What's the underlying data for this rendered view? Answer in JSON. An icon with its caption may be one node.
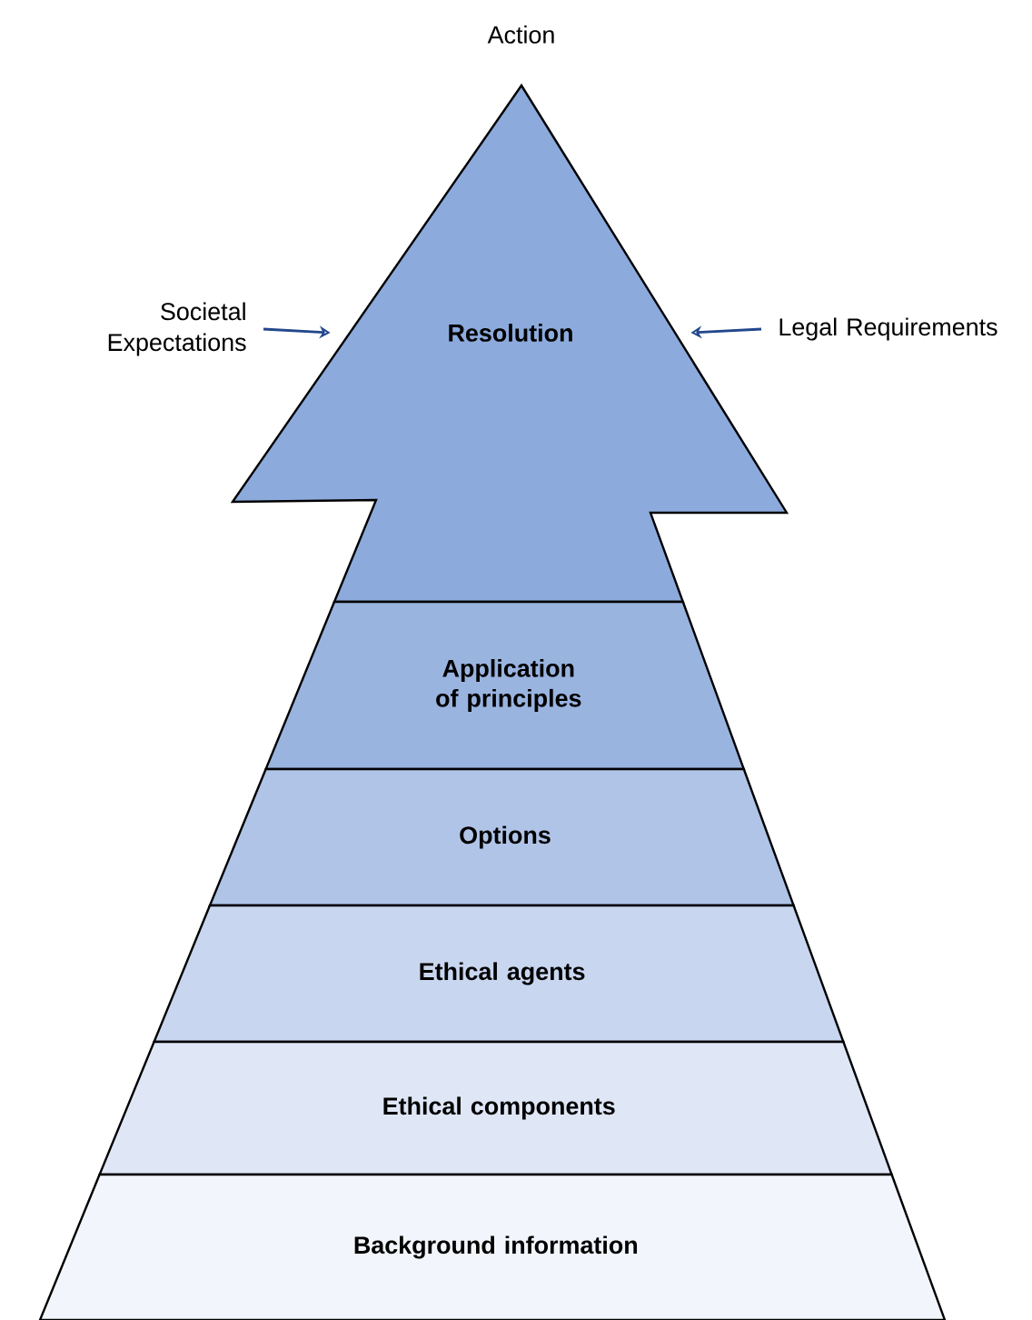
{
  "diagram": {
    "nodes": [
      {
        "text": [
          "Resolution"
        ]
      },
      {
        "text": [
          "Application of principles"
        ]
      },
      {
        "text": [
          "Options"
        ]
      },
      {
        "text": [
          "Ethical agents"
        ]
      },
      {
        "text": [
          "Ethical components"
        ]
      },
      {
        "text": [
          "Background information"
        ]
      },
      {
        "text": [
          "Societal Expectations"
        ]
      },
      {
        "text": [
          "Legal Requirements"
        ]
      }
    ],
    "edges": [
      {
        "from": 6,
        "to": 0,
        "arrow": "to"
      },
      {
        "from": 7,
        "to": 0,
        "arrow": "to"
      }
    ],
    "labels": [
      "Action"
    ]
  }
}
